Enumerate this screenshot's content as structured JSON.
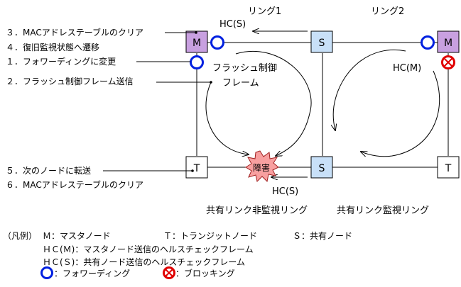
{
  "rings": {
    "ring1_label": "リング1",
    "ring2_label": "リング2",
    "shared_nonmonitor_label": "共有リンク非監視リング",
    "shared_monitor_label": "共有リンク監視リング"
  },
  "nodes": {
    "master1": "M",
    "master2": "M",
    "shared_top": "S",
    "shared_bottom": "S",
    "transit1": "T",
    "transit2": "T"
  },
  "messages": {
    "hc_s_top": "HC(S)",
    "hc_s_bottom": "HC(S)",
    "hc_m": "HC(M)",
    "flush_frame_line1": "フラッシュ制御",
    "flush_frame_line2": "フレーム",
    "fault": "障害"
  },
  "steps": [
    "３．MACアドレステーブルのクリア",
    "４．復旧監視状態へ遷移",
    "１．フォワーディングに変更",
    "２．フラッシュ制御フレーム送信",
    "５．次のノードに転送",
    "６．MACアドレステーブルのクリア"
  ],
  "legend": {
    "heading": "（凡例）",
    "master": "Ｍ：マスタノード",
    "transit": "Ｔ：トランジットノード",
    "shared": "Ｓ：共有ノード",
    "hc_m": "ＨＣ(Ｍ)：マスタノード送信のヘルスチェックフレーム",
    "hc_s": "ＨＣ(Ｓ)：共有ノード送信のヘルスチェックフレーム",
    "forwarding": "：フォワーディング",
    "blocking": "：ブロッキング"
  },
  "colors": {
    "master_fill": "#c8a0e0",
    "shared_fill": "#c8e0f8",
    "port_forwarding": "#0020e0",
    "port_blocking": "#e00000",
    "fault_fill": "#f8a0a0"
  }
}
